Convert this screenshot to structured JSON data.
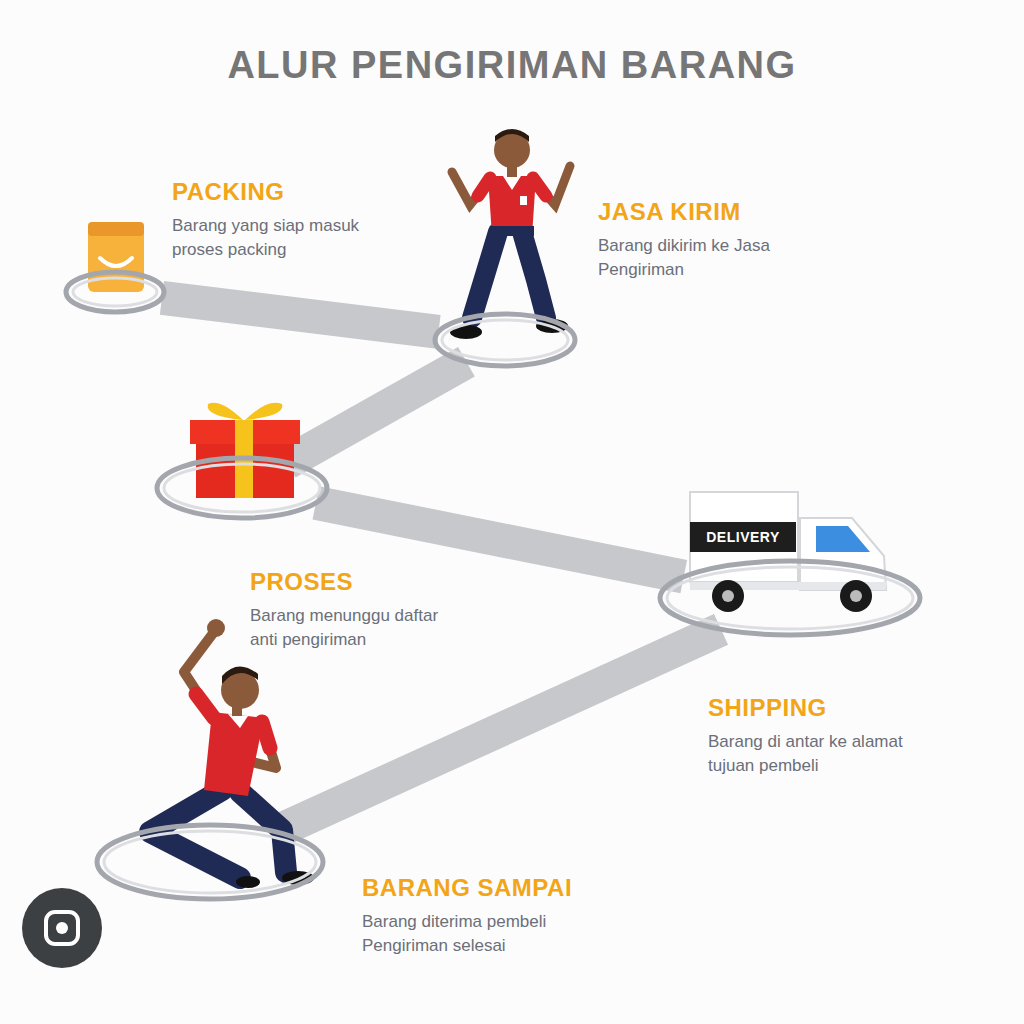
{
  "diagram": {
    "title": "ALUR PENGIRIMAN BARANG",
    "nodes": [
      {
        "text": [
          "PACKING",
          "Barang yang siap masuk proses packing"
        ]
      },
      {
        "text": [
          "JASA KIRIM",
          "Barang dikirim ke Jasa Pengiriman"
        ]
      },
      {
        "text": [
          "PROSES",
          "Barang menunggu daftar anti pengiriman"
        ]
      },
      {
        "text": [
          "SHIPPING",
          "Barang di antar ke alamat tujuan pembeli"
        ]
      },
      {
        "text": [
          "BARANG SAMPAI",
          "Barang diterima pembeli Pengiriman selesai"
        ]
      }
    ],
    "edges": [
      {
        "from": 0,
        "to": 1,
        "arrow": "none"
      },
      {
        "from": 1,
        "to": 2,
        "arrow": "none"
      },
      {
        "from": 2,
        "to": 3,
        "arrow": "none"
      },
      {
        "from": 3,
        "to": 4,
        "arrow": "none"
      }
    ],
    "labels": [
      "DELIVERY"
    ]
  }
}
